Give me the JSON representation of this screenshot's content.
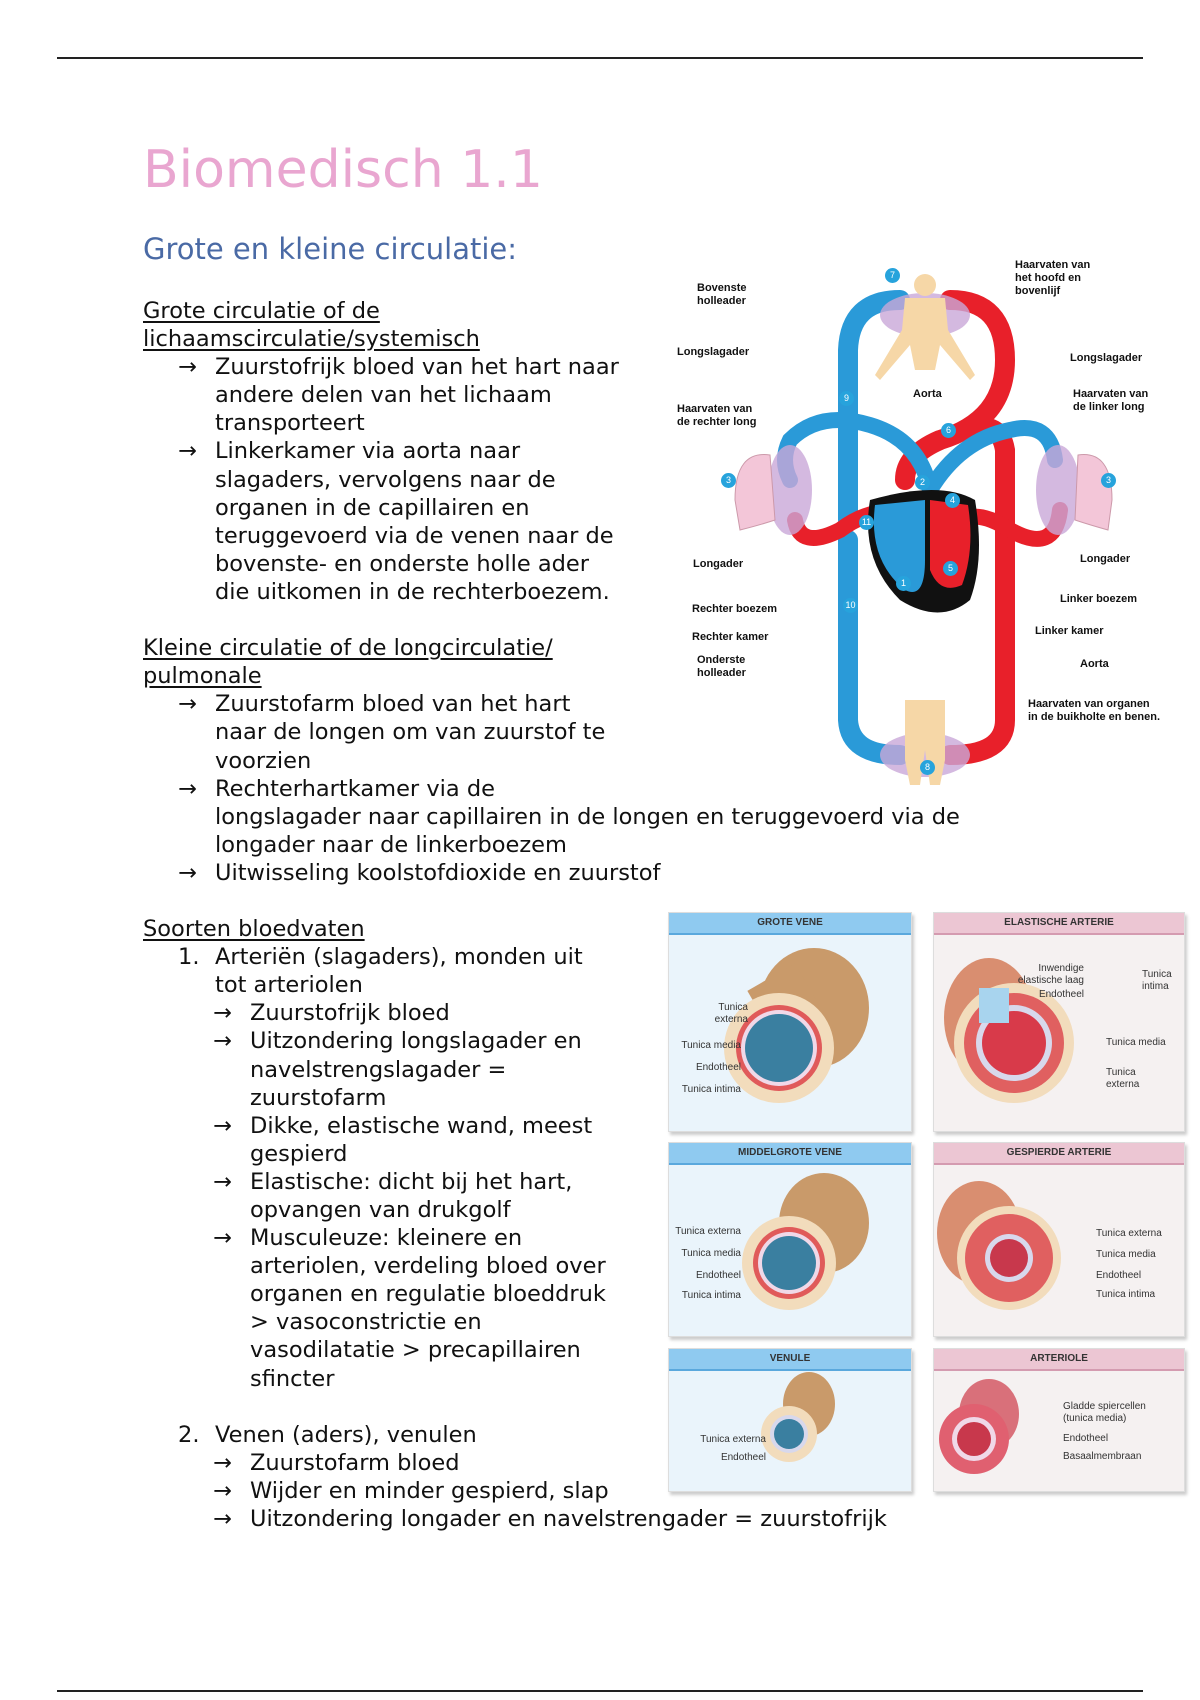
{
  "title": "Biomedisch 1.1",
  "subtitle": "Grote en kleine circulatie:",
  "body": {
    "lines": [
      {
        "level": 0,
        "text": "Grote circulatie of de",
        "underline": true
      },
      {
        "level": 0,
        "text": "lichaamscirculatie/systemisch",
        "underline": true
      },
      {
        "level": 1,
        "marker": "→",
        "text": "Zuurstofrijk bloed van het hart naar"
      },
      {
        "level": 1,
        "text": "andere delen van het lichaam"
      },
      {
        "level": 1,
        "text": "transporteert"
      },
      {
        "level": 1,
        "marker": "→",
        "text": "Linkerkamer via aorta naar"
      },
      {
        "level": 1,
        "text": "slagaders, vervolgens naar de"
      },
      {
        "level": 1,
        "text": "organen in de capillairen en"
      },
      {
        "level": 1,
        "text": "teruggevoerd via de venen naar de"
      },
      {
        "level": 1,
        "text": "bovenste- en onderste holle ader"
      },
      {
        "level": 1,
        "text": "die uitkomen in de rechterboezem."
      },
      {
        "spacer": true
      },
      {
        "level": 0,
        "text": "Kleine circulatie of de longcirculatie/",
        "underline": true
      },
      {
        "level": 0,
        "text": "pulmonale",
        "underline": true
      },
      {
        "level": 1,
        "marker": "→",
        "text": "Zuurstofarm bloed van het hart"
      },
      {
        "level": 1,
        "text": "naar de longen om van zuurstof te"
      },
      {
        "level": 1,
        "text": "voorzien"
      },
      {
        "level": 1,
        "marker": "→",
        "text": "Rechterhartkamer via de"
      },
      {
        "level": 1,
        "text": "longslagader naar capillairen in de longen en teruggevoerd via de"
      },
      {
        "level": 1,
        "text": "longader naar de linkerboezem"
      },
      {
        "level": 1,
        "marker": "→",
        "text": "Uitwisseling koolstofdioxide en zuurstof"
      },
      {
        "spacer": true
      },
      {
        "level": 0,
        "text": "Soorten bloedvaten",
        "underline": true
      },
      {
        "level": 1,
        "marker": "1.",
        "text": "Arteriën (slagaders), monden uit"
      },
      {
        "level": 1,
        "text": "tot arteriolen"
      },
      {
        "level": 2,
        "marker": "→",
        "text": "Zuurstofrijk bloed"
      },
      {
        "level": 2,
        "marker": "→",
        "text": "Uitzondering longslagader en"
      },
      {
        "level": 2,
        "text": "navelstrengslagader ="
      },
      {
        "level": 2,
        "text": "zuurstofarm"
      },
      {
        "level": 2,
        "marker": "→",
        "text": "Dikke, elastische wand, meest"
      },
      {
        "level": 2,
        "text": "gespierd"
      },
      {
        "level": 2,
        "marker": "→",
        "text": "Elastische: dicht bij het hart,"
      },
      {
        "level": 2,
        "text": "opvangen van drukgolf"
      },
      {
        "level": 2,
        "marker": "→",
        "text": "Musculeuze: kleinere en"
      },
      {
        "level": 2,
        "text": "arteriolen, verdeling bloed over"
      },
      {
        "level": 2,
        "text": "organen en regulatie bloeddruk"
      },
      {
        "level": 2,
        "text": "> vasoconstrictie en"
      },
      {
        "level": 2,
        "text": "vasodilatatie > precapillairen"
      },
      {
        "level": 2,
        "text": "sfincter"
      },
      {
        "spacer": true
      },
      {
        "level": 1,
        "marker": "2.",
        "text": "Venen (aders), venulen"
      },
      {
        "level": 2,
        "marker": "→",
        "text": "Zuurstofarm bloed"
      },
      {
        "level": 2,
        "marker": "→",
        "text": "Wijder en minder gespierd, slap"
      },
      {
        "level": 2,
        "marker": "→",
        "text": "Uitzondering longader en navelstrengader = zuurstofrijk"
      }
    ]
  },
  "circulation_diagram": {
    "labels": {
      "bovenste_holleader": "Bovenste\nholleader",
      "longslagader_left": "Longslagader",
      "haarvaten_rechter_long": "Haarvaten van\nde rechter long",
      "longader_left": "Longader",
      "rechter_boezem": "Rechter boezem",
      "rechter_kamer": "Rechter kamer",
      "onderste_holleader": "Onderste\nholleader",
      "aorta_top": "Aorta",
      "haarvaten_hoofd": "Haarvaten van\nhet hoofd en\nbovenlijf",
      "longslagader_right": "Longslagader",
      "haarvaten_linker_long": "Haarvaten van\nde linker long",
      "longader_right": "Longader",
      "linker_boezem": "Linker boezem",
      "linker_kamer": "Linker kamer",
      "aorta_bottom": "Aorta",
      "haarvaten_organen": "Haarvaten van organen\nin de buikholte en benen."
    },
    "numbers": [
      "7",
      "9",
      "6",
      "3",
      "3",
      "2",
      "4",
      "11",
      "5",
      "1",
      "10",
      "8"
    ],
    "colors": {
      "artery": "#e8202a",
      "vein": "#2a9ad8",
      "heart": "#111111",
      "skin": "#f6d7a7",
      "lung": "#f3c6d8"
    }
  },
  "vessel_diagram": {
    "panels": [
      {
        "title": "GROTE VENE",
        "labels": [
          "Tunica\nexterna",
          "Tunica media",
          "Endotheel",
          "Tunica intima"
        ]
      },
      {
        "title": "ELASTISCHE ARTERIE",
        "labels": [
          "Inwendige\nelastische laag",
          "Endotheel",
          "Tunica\nintima",
          "Tunica media",
          "Tunica\nexterna"
        ]
      },
      {
        "title": "MIDDELGROTE VENE",
        "labels": [
          "Tunica externa",
          "Tunica media",
          "Endotheel",
          "Tunica intima"
        ]
      },
      {
        "title": "GESPIERDE ARTERIE",
        "labels": [
          "Tunica externa",
          "Tunica media",
          "Endotheel",
          "Tunica intima"
        ]
      },
      {
        "title": "VENULE",
        "labels": [
          "Tunica externa",
          "Endotheel"
        ]
      },
      {
        "title": "ARTERIOLE",
        "labels": [
          "Gladde spiercellen\n(tunica media)",
          "Endotheel",
          "Basaalmembraan"
        ]
      }
    ]
  }
}
